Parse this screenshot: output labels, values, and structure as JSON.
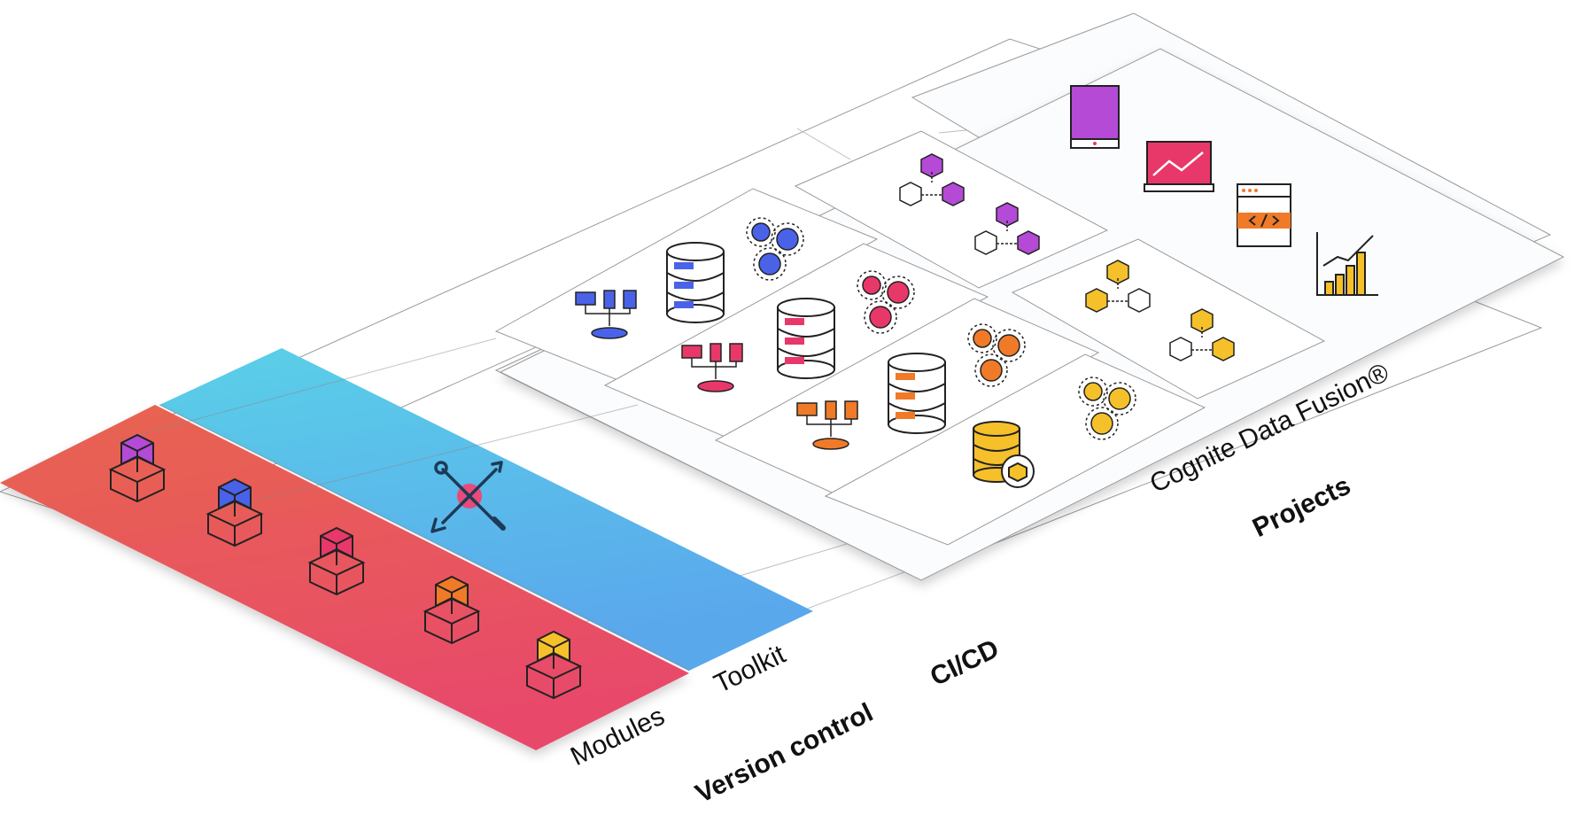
{
  "labels": {
    "modules": "Modules",
    "toolkit": "Toolkit",
    "version_control": "Version control",
    "cicd": "CI/CD",
    "cognite_data_fusion": "Cognite Data Fusion®",
    "projects": "Projects"
  },
  "colors": {
    "modules_layer_top": "#e8654f",
    "modules_layer_bottom": "#e84a6a",
    "toolkit_layer_top": "#5ad0e8",
    "toolkit_layer_bottom": "#5aa8ec",
    "purple": "#b44ad6",
    "blue": "#4a62e8",
    "pink": "#e8386a",
    "orange": "#f07a28",
    "yellow": "#f5c02a",
    "dark": "#222222"
  },
  "icons": {
    "module_boxes": [
      "purple-box-icon",
      "blue-box-icon",
      "pink-box-icon",
      "orange-box-icon",
      "yellow-box-icon"
    ],
    "toolkit": "wrench-screwdriver-icon",
    "data_pipelines": [
      "blue-pipeline",
      "pink-pipeline",
      "orange-pipeline"
    ],
    "data_models": [
      "purple-cubes",
      "yellow-cubes"
    ],
    "apps": [
      "tablet-icon",
      "monitor-chart-icon",
      "code-window-icon",
      "bar-chart-icon"
    ]
  }
}
